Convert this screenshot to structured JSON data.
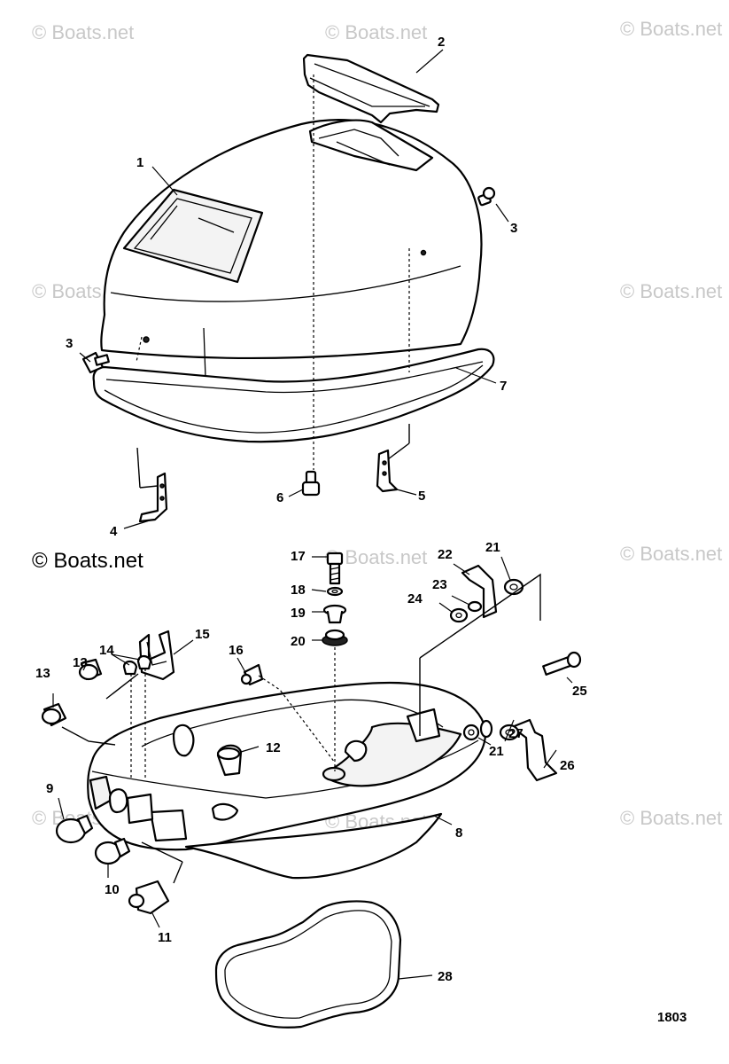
{
  "watermark": {
    "text": "© Boats.net",
    "prominent_text": "© Boats.net"
  },
  "figure_number": "1803",
  "callouts": {
    "c1": "1",
    "c2": "2",
    "c3a": "3",
    "c3b": "3",
    "c4": "4",
    "c5": "5",
    "c6": "6",
    "c7": "7",
    "c8": "8",
    "c9": "9",
    "c10": "10",
    "c11": "11",
    "c12": "12",
    "c13a": "13",
    "c13b": "13",
    "c14": "14",
    "c15": "15",
    "c16": "16",
    "c17": "17",
    "c18": "18",
    "c19": "19",
    "c20": "20",
    "c21a": "21",
    "c21b": "21",
    "c22": "22",
    "c23": "23",
    "c24": "24",
    "c25": "25",
    "c26": "26",
    "c27": "27",
    "c28": "28"
  }
}
